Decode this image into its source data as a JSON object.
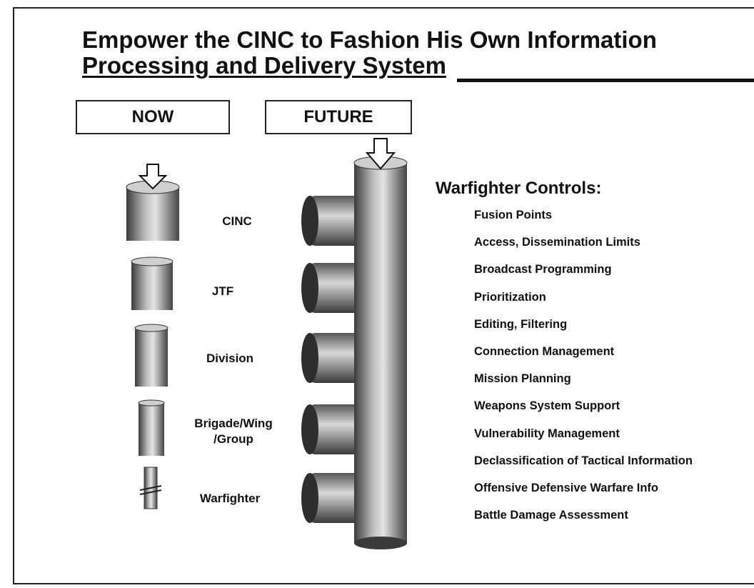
{
  "title": {
    "line1": "Empower the CINC to Fashion His Own Information",
    "line2": "Processing and Delivery System"
  },
  "now_header": "NOW",
  "future_header": "FUTURE",
  "now_levels": [
    {
      "label": "CINC"
    },
    {
      "label": "JTF"
    },
    {
      "label": "Division"
    },
    {
      "label": "Brigade/Wing /Group"
    },
    {
      "label": "Warfighter"
    }
  ],
  "controls": {
    "title": "Warfighter Controls:",
    "items": [
      "Fusion Points",
      "Access, Dissemination Limits",
      "Broadcast Programming",
      "Prioritization",
      "Editing, Filtering",
      "Connection Management",
      "Mission Planning",
      "Weapons System Support",
      "Vulnerability Management",
      "Declassification of Tactical Information",
      "Offensive Defensive Warfare Info",
      "Battle Damage Assessment"
    ]
  },
  "colors": {
    "pipe_dark": "#3a3a3a",
    "pipe_mid": "#9a9a9a",
    "pipe_light": "#e4e4e4"
  },
  "icons": [
    "down-arrow-icon"
  ]
}
